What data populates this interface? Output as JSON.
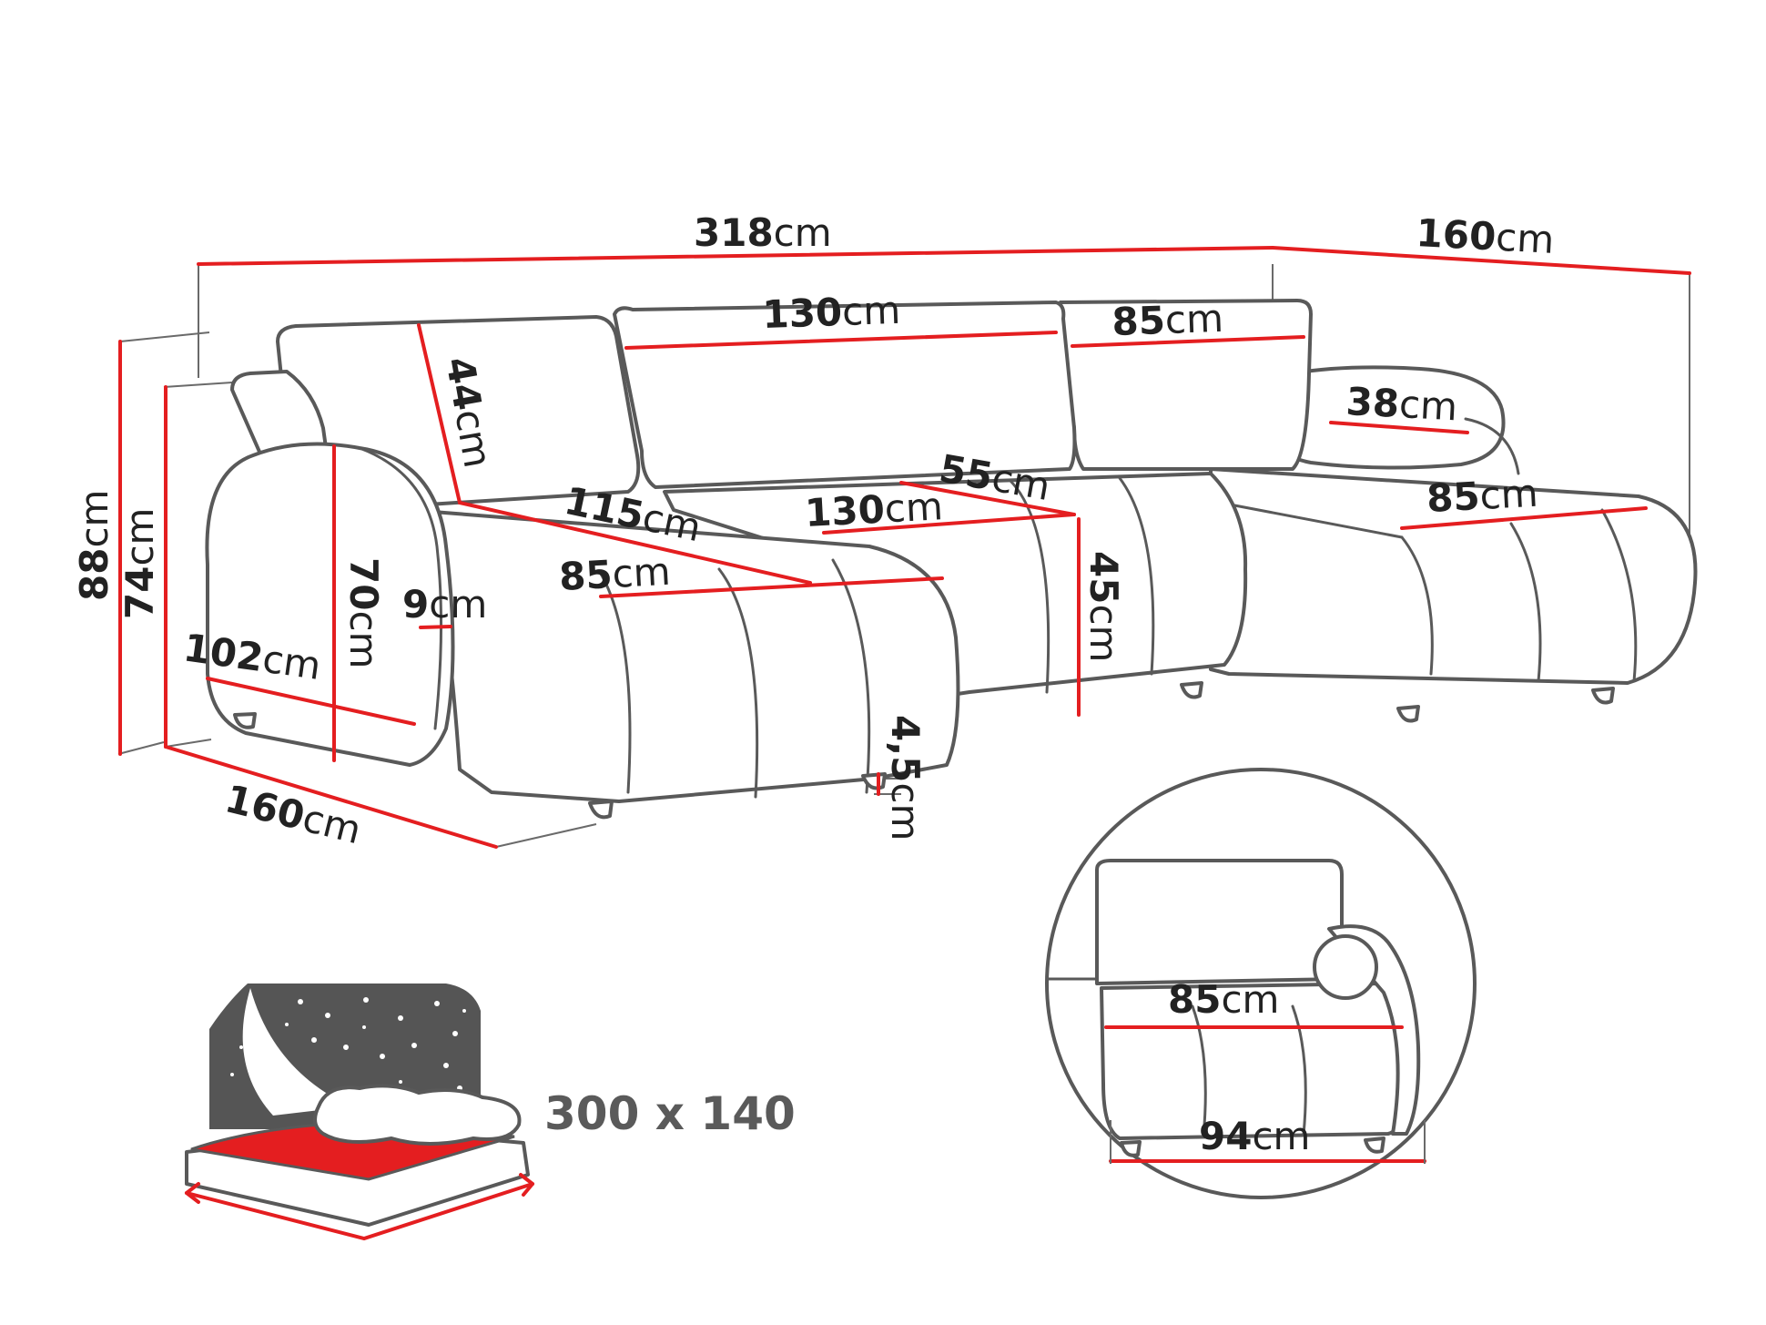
{
  "dimensions": {
    "total_width": {
      "value": "318",
      "unit": "cm"
    },
    "chaise_depth": {
      "value": "160",
      "unit": "cm"
    },
    "back_130": {
      "value": "130",
      "unit": "cm"
    },
    "back_85": {
      "value": "85",
      "unit": "cm"
    },
    "back_height": {
      "value": "44",
      "unit": "cm"
    },
    "pillow": {
      "value": "38",
      "unit": "cm"
    },
    "seat_115": {
      "value": "115",
      "unit": "cm"
    },
    "seat_130": {
      "value": "130",
      "unit": "cm"
    },
    "seat_depth_55": {
      "value": "55",
      "unit": "cm"
    },
    "chaise_85": {
      "value": "85",
      "unit": "cm"
    },
    "seat_85": {
      "value": "85",
      "unit": "cm"
    },
    "arm_width": {
      "value": "9",
      "unit": "cm"
    },
    "arm_height": {
      "value": "70",
      "unit": "cm"
    },
    "seat_height": {
      "value": "45",
      "unit": "cm"
    },
    "height_88": {
      "value": "88",
      "unit": "cm"
    },
    "height_74": {
      "value": "74",
      "unit": "cm"
    },
    "side_depth": {
      "value": "102",
      "unit": "cm"
    },
    "left_depth": {
      "value": "160",
      "unit": "cm"
    },
    "leg_height": {
      "value": "4,5",
      "unit": "cm"
    },
    "detail_85": {
      "value": "85",
      "unit": "cm"
    },
    "detail_94": {
      "value": "94",
      "unit": "cm"
    }
  },
  "bed": {
    "label": "300 x 140",
    "colors": {
      "mattress": "#e41e20",
      "night": "#555555",
      "stars": "#ffffff"
    }
  },
  "colors": {
    "dimension_line": "#e41e20",
    "outline": "#595959",
    "text": "#222222"
  }
}
